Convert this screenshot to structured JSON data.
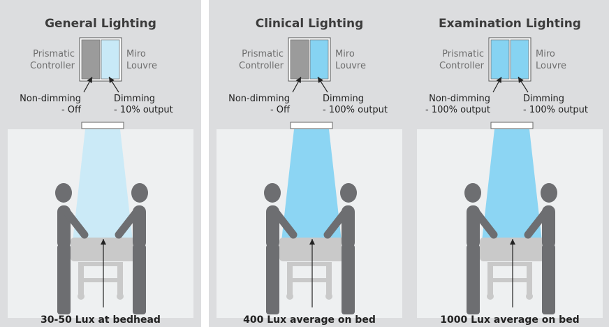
{
  "colors": {
    "panel_bg": "#dcdddf",
    "room_bg": "#eef0f1",
    "off_gray": "#9b9b9b",
    "light_10": "#c8e9f7",
    "light_100": "#86d3f2",
    "person": "#6d6e71",
    "bed": "#c9c9c9"
  },
  "panels": [
    {
      "title": "General Lighting",
      "left_label": [
        "Prismatic",
        "Controller"
      ],
      "right_label": [
        "Miro",
        "Louvre"
      ],
      "left_note": [
        "Non-dimming",
        "- Off"
      ],
      "right_note": [
        "Dimming",
        "- 10% output"
      ],
      "left_state": "off",
      "right_output_pct": 10,
      "caption": "30-50 Lux at bedhead"
    },
    {
      "title": "Clinical Lighting",
      "left_label": [
        "Prismatic",
        "Controller"
      ],
      "right_label": [
        "Miro",
        "Louvre"
      ],
      "left_note": [
        "Non-dimming",
        "- Off"
      ],
      "right_note": [
        "Dimming",
        "- 100% output"
      ],
      "left_state": "off",
      "right_output_pct": 100,
      "caption": "400 Lux average on bed"
    },
    {
      "title": "Examination Lighting",
      "left_label": [
        "Prismatic",
        "Controller"
      ],
      "right_label": [
        "Miro",
        "Louvre"
      ],
      "left_note": [
        "Non-dimming",
        "- 100% output"
      ],
      "right_note": [
        "Dimming",
        "- 100% output"
      ],
      "left_state": "on",
      "right_output_pct": 100,
      "caption": "1000 Lux average on bed"
    }
  ]
}
